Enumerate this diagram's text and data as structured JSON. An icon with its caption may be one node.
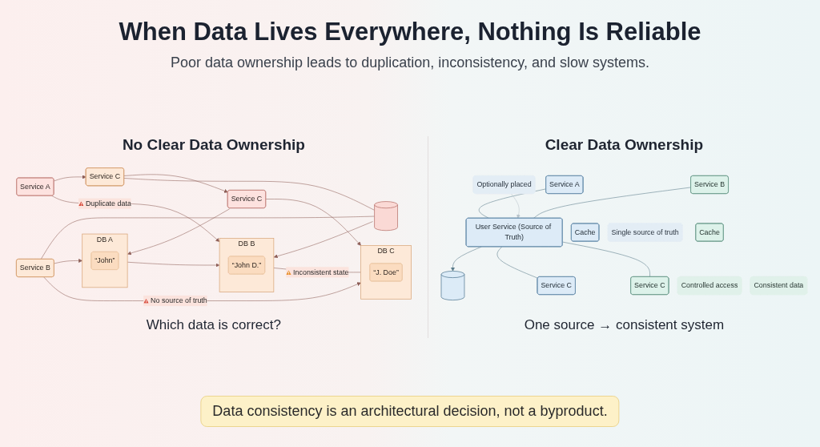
{
  "diagram": {
    "title": "When Data Lives Everywhere, Nothing Is Reliable",
    "caption": "Data consistency is an architectural decision, not a byproduct.",
    "nodes": [
      {
        "text": [
          "Service A"
        ]
      },
      {
        "text": [
          "Service B"
        ]
      },
      {
        "text": [
          "DB A"
        ]
      },
      {
        "text": [
          "“John”"
        ],
        "in": 2
      },
      {
        "text": [
          "Service C"
        ]
      },
      {
        "text": [
          "DB B"
        ]
      },
      {
        "text": [
          "“John D.”"
        ],
        "in": 5
      },
      {
        "text": [],
        "shape": "cylinder"
      },
      {
        "text": [
          "Service C"
        ]
      },
      {
        "text": [
          "DB C"
        ]
      },
      {
        "text": [
          "“J. Doe”"
        ],
        "in": 9
      },
      {
        "text": [
          "Service A"
        ]
      },
      {
        "text": [
          "Cache"
        ]
      },
      {
        "text": [
          "Optionally placed"
        ]
      },
      {
        "text": [
          "Service B"
        ]
      },
      {
        "text": [
          "Cache"
        ]
      },
      {
        "text": [
          "Single source of truth"
        ]
      },
      {
        "text": [
          "User Service (Source of Truth)"
        ]
      },
      {
        "text": [
          "Consistent data"
        ]
      },
      {
        "text": [
          "Controlled access"
        ]
      },
      {
        "text": [],
        "shape": "cylinder"
      },
      {
        "text": [
          "Service C"
        ]
      },
      {
        "text": [
          "Service C"
        ]
      }
    ],
    "edges": [
      {
        "from": 0,
        "to": 4,
        "arrow": "to"
      },
      {
        "from": 4,
        "to": 8,
        "arrow": "to"
      },
      {
        "from": 0,
        "to": 5,
        "arrow": "to",
        "label": "Duplicate data"
      },
      {
        "from": 1,
        "to": 2,
        "arrow": "to"
      },
      {
        "from": 1,
        "to": 7,
        "arrow": "none"
      },
      {
        "from": 1,
        "to": 9,
        "arrow": "to",
        "label": "No source of truth"
      },
      {
        "from": 4,
        "to": 7,
        "arrow": "none"
      },
      {
        "from": 8,
        "to": 2,
        "arrow": "to"
      },
      {
        "from": 8,
        "to": 9,
        "arrow": "to"
      },
      {
        "from": 7,
        "to": 5,
        "arrow": "to"
      },
      {
        "from": 2,
        "to": 5,
        "arrow": "to"
      },
      {
        "from": 5,
        "to": 9,
        "arrow": "none",
        "label": "Inconsistent state"
      },
      {
        "from": 11,
        "to": 17,
        "arrow": "none",
        "color": "#5b7b8a"
      },
      {
        "from": 13,
        "to": 17,
        "arrow": "to",
        "color": "#b9c4cb"
      },
      {
        "from": 14,
        "to": 17,
        "arrow": "none",
        "color": "#5b7b8a"
      },
      {
        "from": 17,
        "to": 20,
        "arrow": "to",
        "color": "#5b7b8a"
      },
      {
        "from": 17,
        "to": 21,
        "arrow": "none",
        "color": "#5b7b8a"
      },
      {
        "from": 17,
        "to": 22,
        "arrow": "none",
        "color": "#5b7b8a"
      }
    ],
    "labels": [
      "Poor data ownership leads to duplication, inconsistency, and slow systems.",
      "No Clear Data Ownership",
      "Clear Data Ownership",
      "Which data is correct?",
      "One source → consistent system"
    ]
  }
}
